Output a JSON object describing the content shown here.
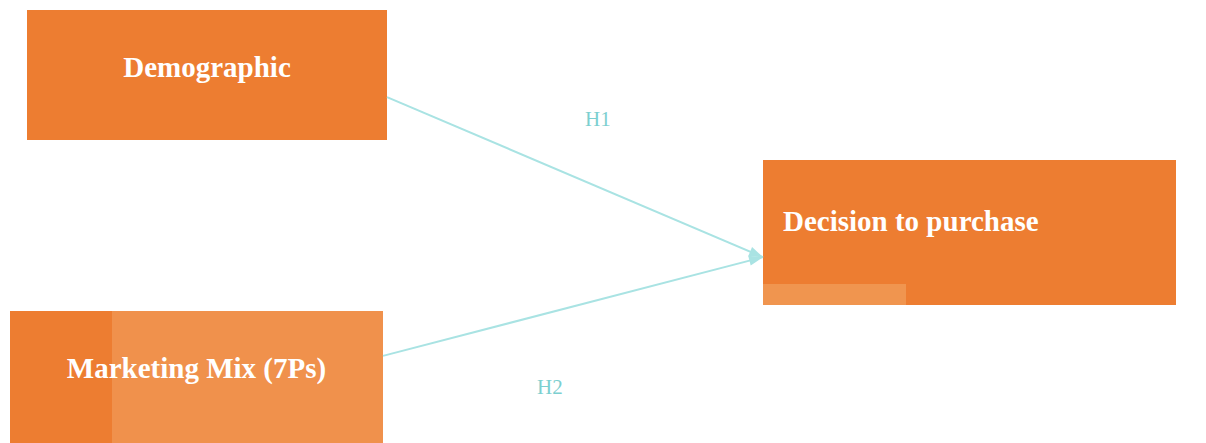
{
  "diagram": {
    "nodes": [
      {
        "text": [
          "Demographic"
        ]
      },
      {
        "text": [
          "Marketing Mix (7Ps)"
        ]
      },
      {
        "text": [
          "Decision to purchase"
        ]
      }
    ],
    "edges": [
      {
        "from": 0,
        "to": 2,
        "arrow": "to",
        "label": "H1"
      },
      {
        "from": 1,
        "to": 2,
        "arrow": "to",
        "label": "H2"
      }
    ]
  }
}
